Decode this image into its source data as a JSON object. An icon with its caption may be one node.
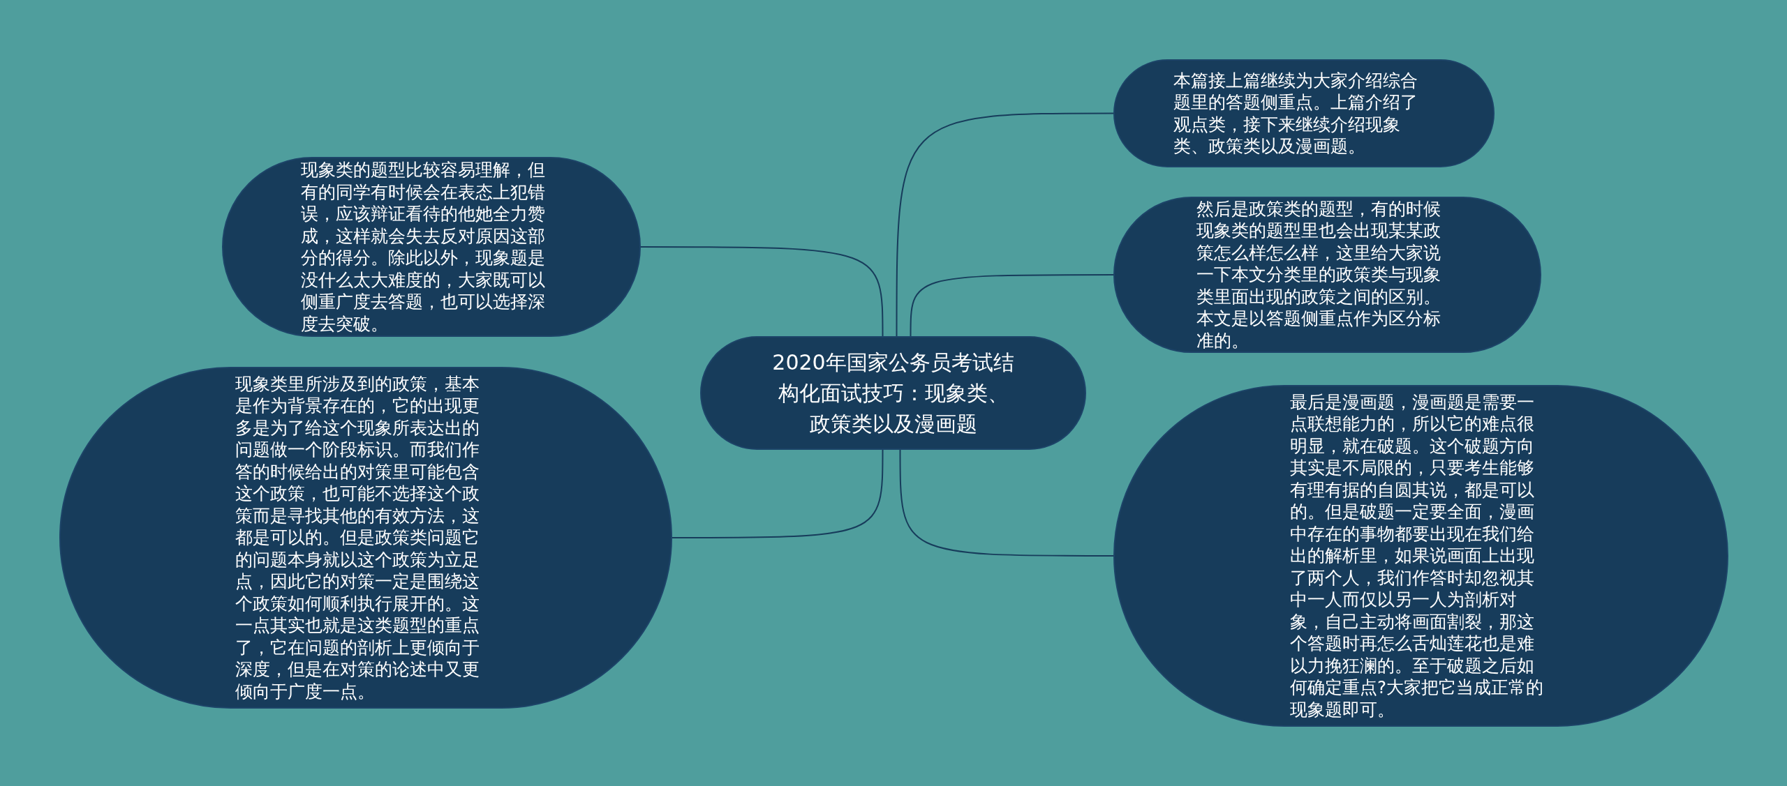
{
  "diagram": {
    "nodes": [
      {
        "text": [
          "2020年国家公务员考试结构化面试技巧：现象类、政策类以及漫画题"
        ]
      },
      {
        "text": [
          "现象类的题型比较容易理解，但有的同学有时候会在表态上犯错误，应该辩证看待的他她全力赞成，这样就会失去反对原因这部分的得分。除此以外，现象题是没什么太大难度的，大家既可以侧重广度去答题，也可以选择深度去突破。"
        ]
      },
      {
        "text": [
          "现象类里所涉及到的政策，基本是作为背景存在的，它的出现更多是为了给这个现象所表达出的问题做一个阶段标识。而我们作答的时候给出的对策里可能包含这个政策，也可能不选择这个政策而是寻找其他的有效方法，这都是可以的。但是政策类问题它的问题本身就以这个政策为立足点，因此它的对策一定是围绕这个政策如何顺利执行展开的。这一点其实也就是这类题型的重点了，它在问题的剖析上更倾向于深度，但是在对策的论述中又更倾向于广度一点。"
        ]
      },
      {
        "text": [
          "本篇接上篇继续为大家介绍综合题里的答题侧重点。上篇介绍了观点类，接下来继续介绍现象类、政策类以及漫画题。"
        ]
      },
      {
        "text": [
          "然后是政策类的题型，有的时候现象类的题型里也会出现某某政策怎么样怎么样，这里给大家说一下本文分类里的政策类与现象类里面出现的政策之间的区别。本文是以答题侧重点作为区分标准的。"
        ]
      },
      {
        "text": [
          "最后是漫画题，漫画题是需要一点联想能力的，所以它的难点很明显，就在破题。这个破题方向其实是不局限的，只要考生能够有理有据的自圆其说，都是可以的。但是破题一定要全面，漫画中存在的事物都要出现在我们给出的解析里，如果说画面上出现了两个人，我们作答时却忽视其中一人而仅以另一人为剖析对象，自己主动将画面割裂，那这个答题时再怎么舌灿莲花也是难以力挽狂澜的。至于破题之后如何确定重点?大家把它当成正常的现象题即可。"
        ]
      }
    ],
    "edges": [
      {
        "from": 0,
        "to": 1,
        "arrow": "none"
      },
      {
        "from": 0,
        "to": 2,
        "arrow": "none"
      },
      {
        "from": 0,
        "to": 3,
        "arrow": "none"
      },
      {
        "from": 0,
        "to": 4,
        "arrow": "none"
      },
      {
        "from": 0,
        "to": 5,
        "arrow": "none"
      }
    ]
  }
}
